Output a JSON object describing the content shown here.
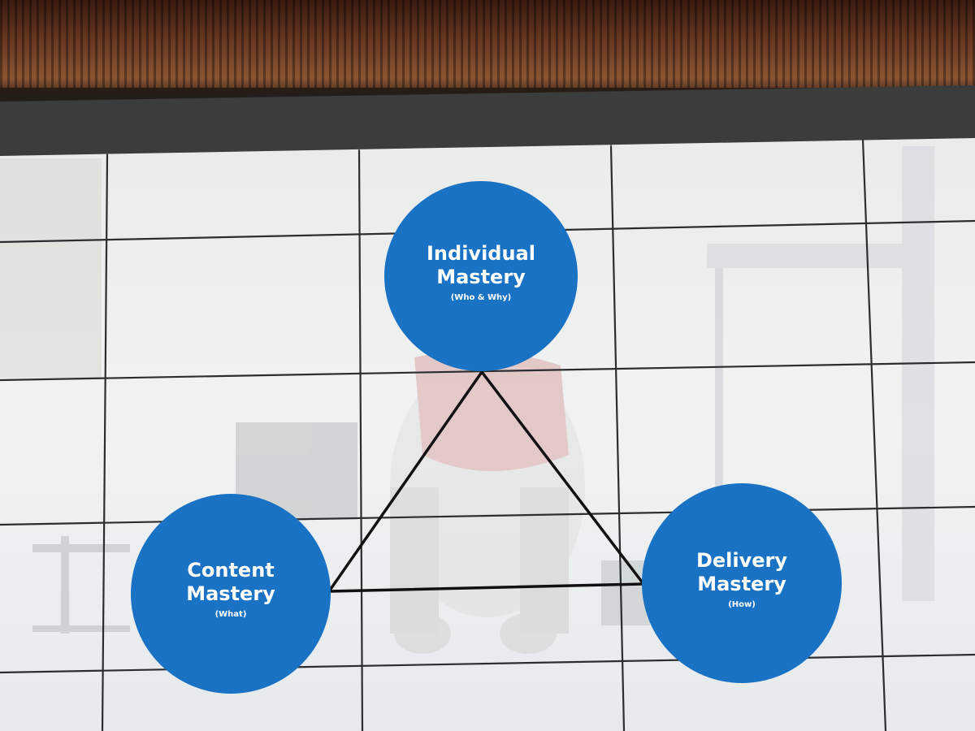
{
  "slide": {
    "nodes": [
      {
        "title_line1": "Individual",
        "title_line2": "Mastery",
        "subtitle": "(Who & Why)"
      },
      {
        "title_line1": "Content",
        "title_line2": "Mastery",
        "subtitle": "(What)"
      },
      {
        "title_line1": "Delivery",
        "title_line2": "Mastery",
        "subtitle": "(How)"
      }
    ],
    "colors": {
      "circle_fill": "#1a72c4",
      "triangle_stroke": "#111111",
      "label_text": "#ffffff"
    }
  }
}
